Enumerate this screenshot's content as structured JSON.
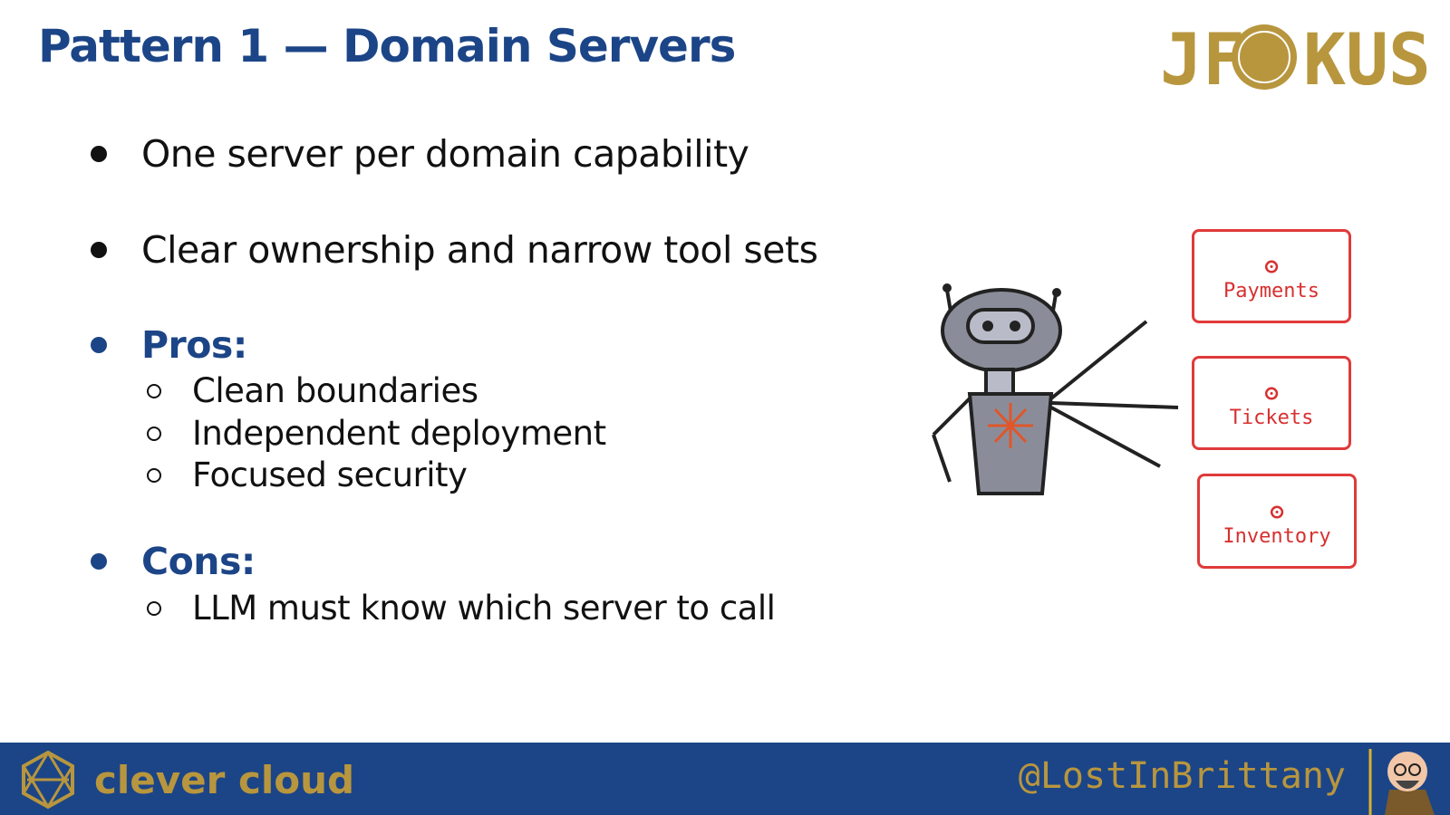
{
  "title": "Pattern 1 — Domain Servers",
  "logo_text": "JFOKUS",
  "bullets": [
    "One server per domain capability",
    "Clear ownership and narrow tool sets"
  ],
  "pros": {
    "label": "Pros:",
    "items": [
      "Clean boundaries",
      "Independent deployment",
      "Focused security"
    ]
  },
  "cons": {
    "label": "Cons:",
    "items": [
      "LLM must know which server to call"
    ]
  },
  "servers": [
    "Payments",
    "Tickets",
    "Inventory"
  ],
  "footer": {
    "brand": "clever cloud",
    "handle": "@LostInBrittany"
  },
  "colors": {
    "accent": "#1c4587",
    "gold": "#b8963e",
    "server_red": "#e03a3a"
  }
}
